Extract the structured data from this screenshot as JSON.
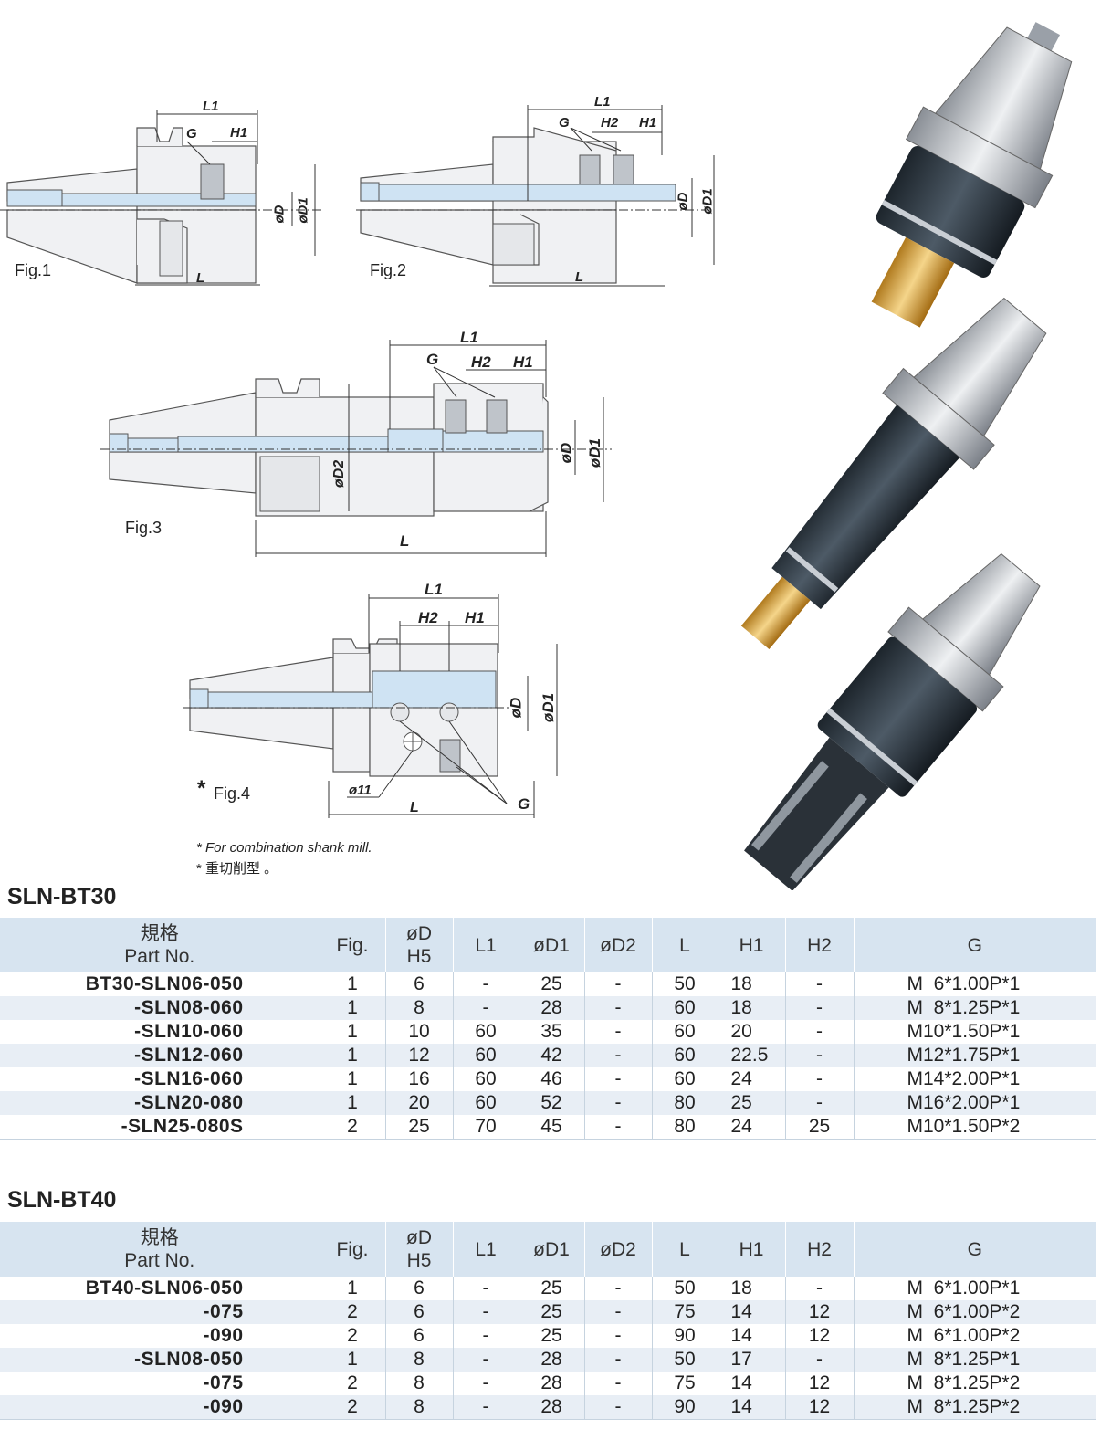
{
  "figures": {
    "fig1": {
      "label": "Fig.1",
      "dims": {
        "l1": "L1",
        "g": "G",
        "h1": "H1",
        "d": "øD",
        "d1": "øD1",
        "l": "L"
      }
    },
    "fig2": {
      "label": "Fig.2",
      "dims": {
        "l1": "L1",
        "g": "G",
        "h2": "H2",
        "h1": "H1",
        "d": "øD",
        "d1": "øD1",
        "l": "L"
      }
    },
    "fig3": {
      "label": "Fig.3",
      "dims": {
        "l1": "L1",
        "g": "G",
        "h2": "H2",
        "h1": "H1",
        "d": "øD",
        "d1": "øD1",
        "d2": "øD2",
        "l": "L"
      }
    },
    "fig4": {
      "star": "*",
      "label": "Fig.4",
      "dims": {
        "l1": "L1",
        "h2": "H2",
        "h1": "H1",
        "d": "øD",
        "d1": "øD1",
        "d11": "ø11",
        "l": "L",
        "g": "G"
      }
    }
  },
  "notes": {
    "line1": "* For combination shank mill.",
    "line2": "* 重切削型 。"
  },
  "headers": {
    "part_zh": "規格",
    "part_en": "Part No.",
    "fig": "Fig.",
    "d": "øD",
    "d_tol": "H5",
    "l1": "L1",
    "d1": "øD1",
    "d2": "øD2",
    "l": "L",
    "h1": "H1",
    "h2": "H2",
    "g": "G"
  },
  "table_bt30": {
    "title": "SLN-BT30",
    "rows": [
      {
        "part": "BT30-SLN06-050",
        "fig": "1",
        "d": "6",
        "l1": "-",
        "d1": "25",
        "d2": "-",
        "l": "50",
        "h1": "18",
        "h2": "-",
        "g": "M  6*1.00P*1"
      },
      {
        "part": "-SLN08-060",
        "fig": "1",
        "d": "8",
        "l1": "-",
        "d1": "28",
        "d2": "-",
        "l": "60",
        "h1": "18",
        "h2": "-",
        "g": "M  8*1.25P*1"
      },
      {
        "part": "-SLN10-060",
        "fig": "1",
        "d": "10",
        "l1": "60",
        "d1": "35",
        "d2": "-",
        "l": "60",
        "h1": "20",
        "h2": "-",
        "g": "M10*1.50P*1"
      },
      {
        "part": "-SLN12-060",
        "fig": "1",
        "d": "12",
        "l1": "60",
        "d1": "42",
        "d2": "-",
        "l": "60",
        "h1": "22.5",
        "h2": "-",
        "g": "M12*1.75P*1"
      },
      {
        "part": "-SLN16-060",
        "fig": "1",
        "d": "16",
        "l1": "60",
        "d1": "46",
        "d2": "-",
        "l": "60",
        "h1": "24",
        "h2": "-",
        "g": "M14*2.00P*1"
      },
      {
        "part": "-SLN20-080",
        "fig": "1",
        "d": "20",
        "l1": "60",
        "d1": "52",
        "d2": "-",
        "l": "80",
        "h1": "25",
        "h2": "-",
        "g": "M16*2.00P*1"
      },
      {
        "part": "-SLN25-080S",
        "fig": "2",
        "d": "25",
        "l1": "70",
        "d1": "45",
        "d2": "-",
        "l": "80",
        "h1": "24",
        "h2": "25",
        "g": "M10*1.50P*2"
      }
    ]
  },
  "table_bt40": {
    "title": "SLN-BT40",
    "rows": [
      {
        "part": "BT40-SLN06-050",
        "fig": "1",
        "d": "6",
        "l1": "-",
        "d1": "25",
        "d2": "-",
        "l": "50",
        "h1": "18",
        "h2": "-",
        "g": "M  6*1.00P*1"
      },
      {
        "part": "-075",
        "fig": "2",
        "d": "6",
        "l1": "-",
        "d1": "25",
        "d2": "-",
        "l": "75",
        "h1": "14",
        "h2": "12",
        "g": "M  6*1.00P*2"
      },
      {
        "part": "-090",
        "fig": "2",
        "d": "6",
        "l1": "-",
        "d1": "25",
        "d2": "-",
        "l": "90",
        "h1": "14",
        "h2": "12",
        "g": "M  6*1.00P*2"
      },
      {
        "part": "-SLN08-050",
        "fig": "1",
        "d": "8",
        "l1": "-",
        "d1": "28",
        "d2": "-",
        "l": "50",
        "h1": "17",
        "h2": "-",
        "g": "M  8*1.25P*1"
      },
      {
        "part": "-075",
        "fig": "2",
        "d": "8",
        "l1": "-",
        "d1": "28",
        "d2": "-",
        "l": "75",
        "h1": "14",
        "h2": "12",
        "g": "M  8*1.25P*2"
      },
      {
        "part": "-090",
        "fig": "2",
        "d": "8",
        "l1": "-",
        "d1": "28",
        "d2": "-",
        "l": "90",
        "h1": "14",
        "h2": "12",
        "g": "M  8*1.25P*2"
      }
    ]
  }
}
